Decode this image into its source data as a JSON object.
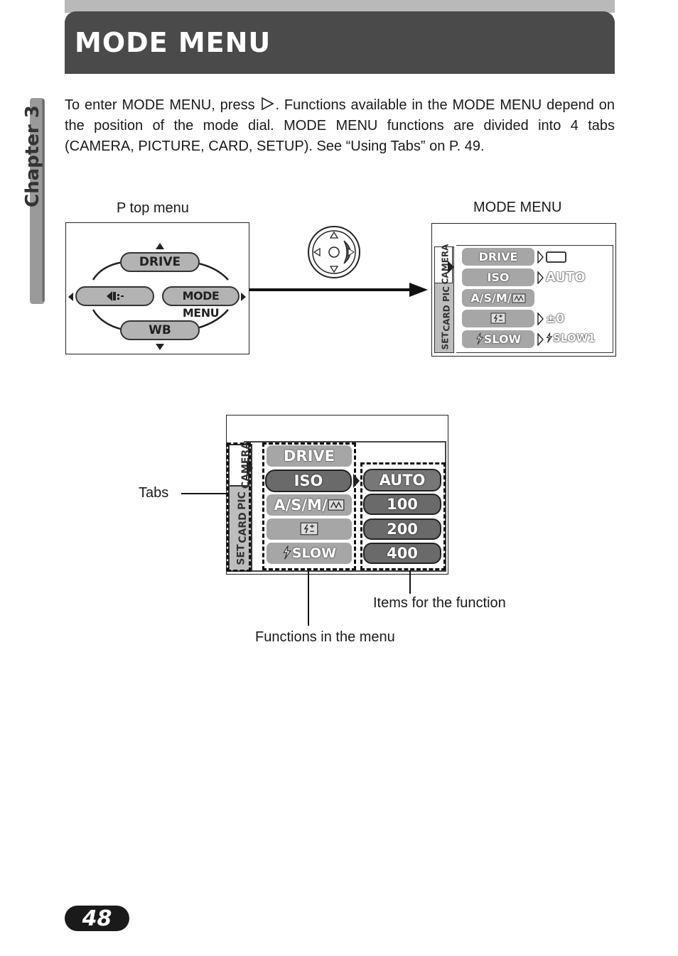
{
  "header": {
    "title": "MODE MENU"
  },
  "chapter_tab": {
    "label": "Chapter 3"
  },
  "intro": {
    "part1": "To enter MODE MENU, press",
    "part2": ". Functions available in the MODE MENU depend on the position of the mode dial. MODE MENU functions are divided into 4 tabs (CAMERA, PICTURE, CARD, SETUP). See “Using Tabs” on P. 49."
  },
  "diagram_top": {
    "left_caption": "P top menu",
    "right_caption": "MODE MENU",
    "p_top_menu": {
      "top": "DRIVE",
      "right": "MODE MENU",
      "bottom": "WB"
    },
    "small_mode_menu": {
      "tabs": [
        "CAMERA",
        "PIC",
        "CARD",
        "SET"
      ],
      "functions": [
        "DRIVE",
        "ISO",
        "A/S/M/",
        "",
        "SLOW"
      ],
      "values": [
        "",
        "AUTO",
        "",
        "±0",
        "SLOW1"
      ]
    }
  },
  "diagram_bottom": {
    "tabs": [
      "CAMERA",
      "PIC",
      "CARD",
      "SET"
    ],
    "functions": [
      "DRIVE",
      "ISO",
      "A/S/M/",
      "",
      "SLOW"
    ],
    "items": [
      "AUTO",
      "100",
      "200",
      "400"
    ],
    "callouts": {
      "tabs": "Tabs",
      "items": "Items for the function",
      "functions": "Functions in the menu"
    }
  },
  "footer": {
    "page_number": "48"
  }
}
